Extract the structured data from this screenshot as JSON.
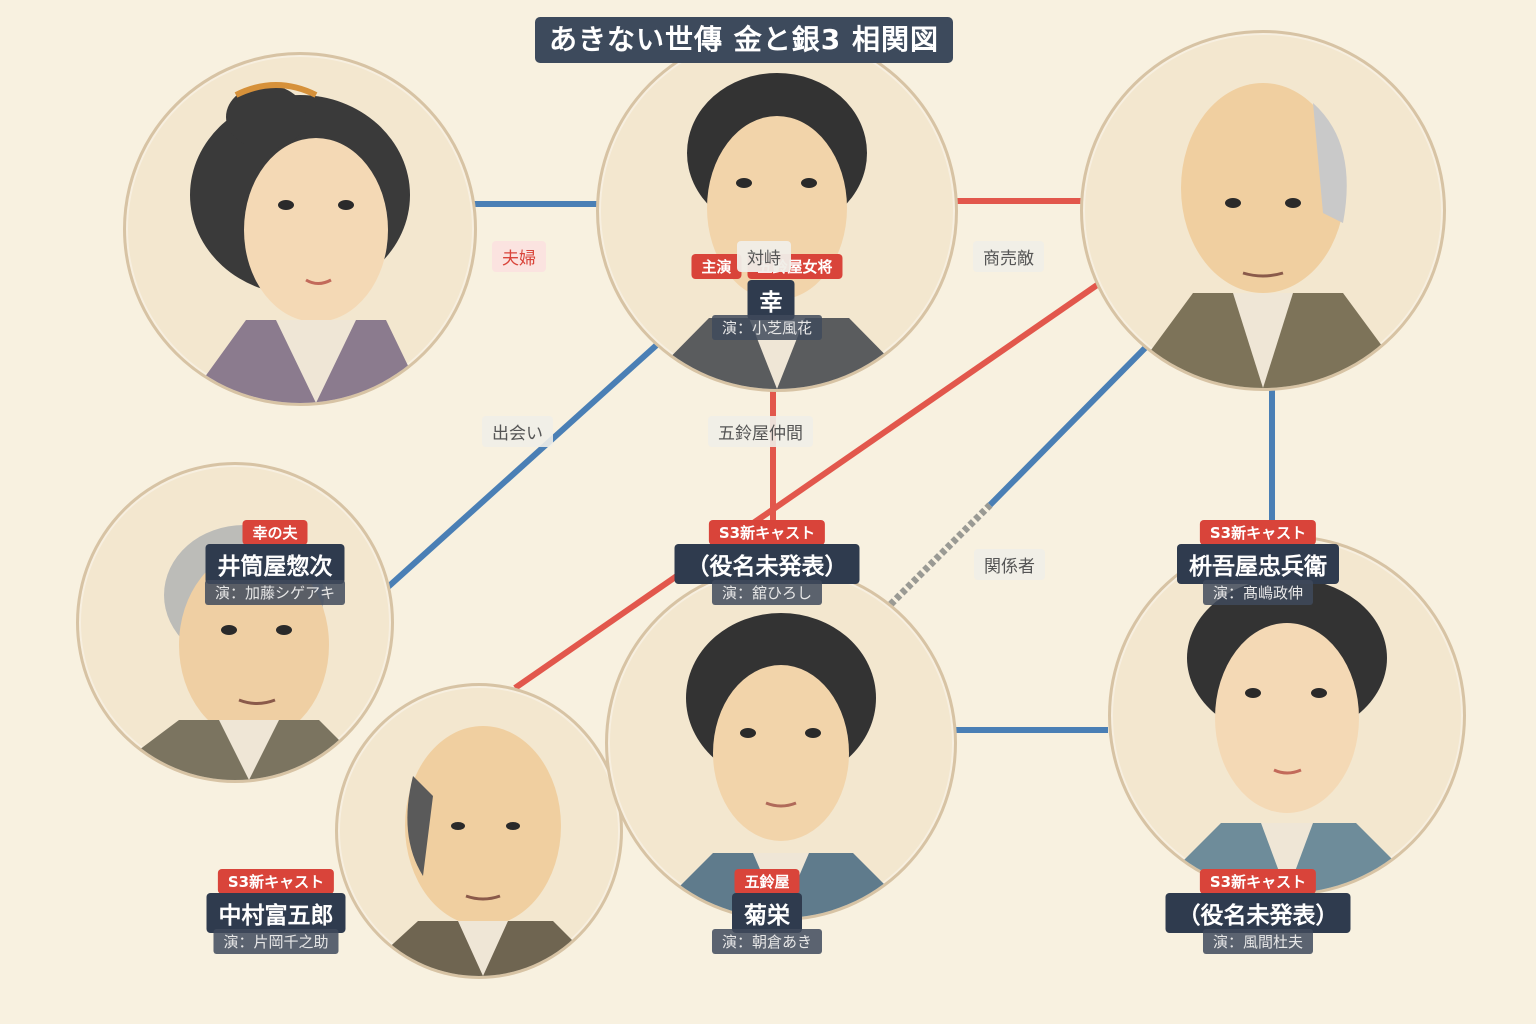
{
  "title": "あきない世傳 金と銀3 相関図",
  "relations": {
    "fuufu": "夫婦",
    "taiji": "対峙",
    "shoubaigataki": "商売敵",
    "deai": "出会い",
    "isuzuya_nakama": "五鈴屋仲間",
    "kankeisha": "関係者"
  },
  "characters": {
    "sachi": {
      "tags": [
        "主演",
        "五鈴屋女将"
      ],
      "name": "幸",
      "actor": "演：小芝風花"
    },
    "isutsuya": {
      "tag": "幸の夫",
      "name": "井筒屋惣次",
      "actor": "演：加藤シゲアキ"
    },
    "center": {
      "tag": "S3新キャスト",
      "name": "（役名未発表）",
      "actor": "演：舘ひろし"
    },
    "masugoya": {
      "tag": "S3新キャスト",
      "name": "枡吾屋忠兵衛",
      "actor": "演：髙嶋政伸"
    },
    "nakamura": {
      "tag": "S3新キャスト",
      "name": "中村富五郎",
      "actor": "演：片岡千之助"
    },
    "kikue": {
      "tag": "五鈴屋",
      "name": "菊栄",
      "actor": "演：朝倉あき"
    },
    "br_unnamed": {
      "tag": "S3新キャスト",
      "name": "（役名未発表）",
      "actor": "演：風間杜夫"
    }
  },
  "colors": {
    "red_link": "#e2574c",
    "blue_link": "#4a7fb5",
    "tag_red": "#d9443a",
    "label_navy": "#2f3b4e"
  }
}
